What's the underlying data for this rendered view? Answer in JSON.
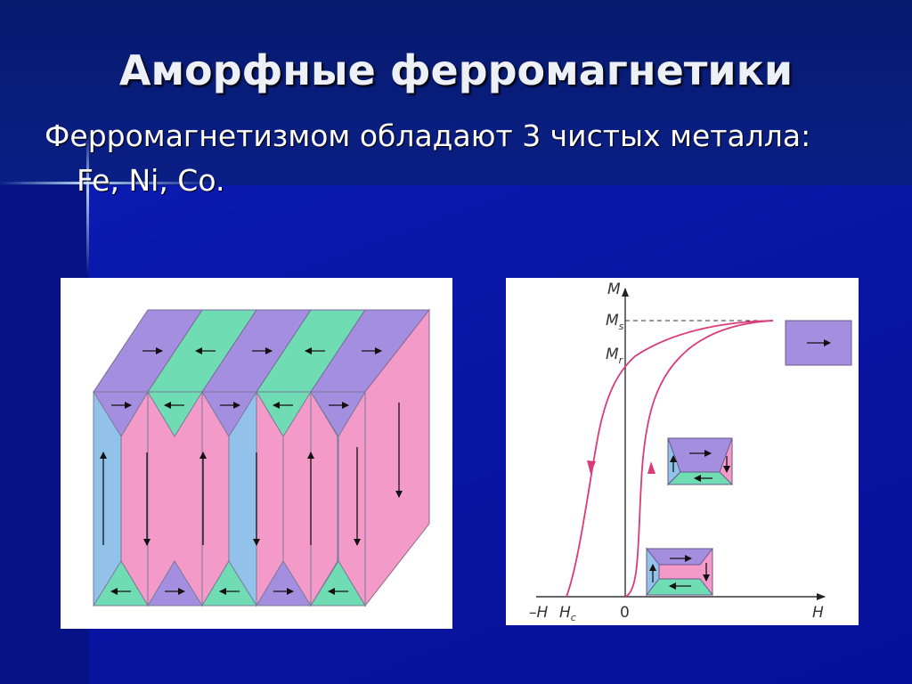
{
  "slide": {
    "title": "Аморфные ферромагнетики",
    "subtitle_line1": "Ферромагнетизмом обладают 3 чистых металла:",
    "subtitle_line2": "Fe, Ni, Co."
  },
  "colors": {
    "purple": "#a48ee0",
    "green": "#6fdcb4",
    "blue": "#92c2ea",
    "pink": "#f49ac8",
    "curve": "#d93a78"
  },
  "hysteresis": {
    "y_axis_label": "M",
    "ms_label": "M",
    "ms_sub": "s",
    "mr_label": "M",
    "mr_sub": "r",
    "x_axis_label": "H",
    "neg_h_label": "–H",
    "hc_label": "H",
    "hc_sub": "c",
    "zero_label": "0"
  }
}
